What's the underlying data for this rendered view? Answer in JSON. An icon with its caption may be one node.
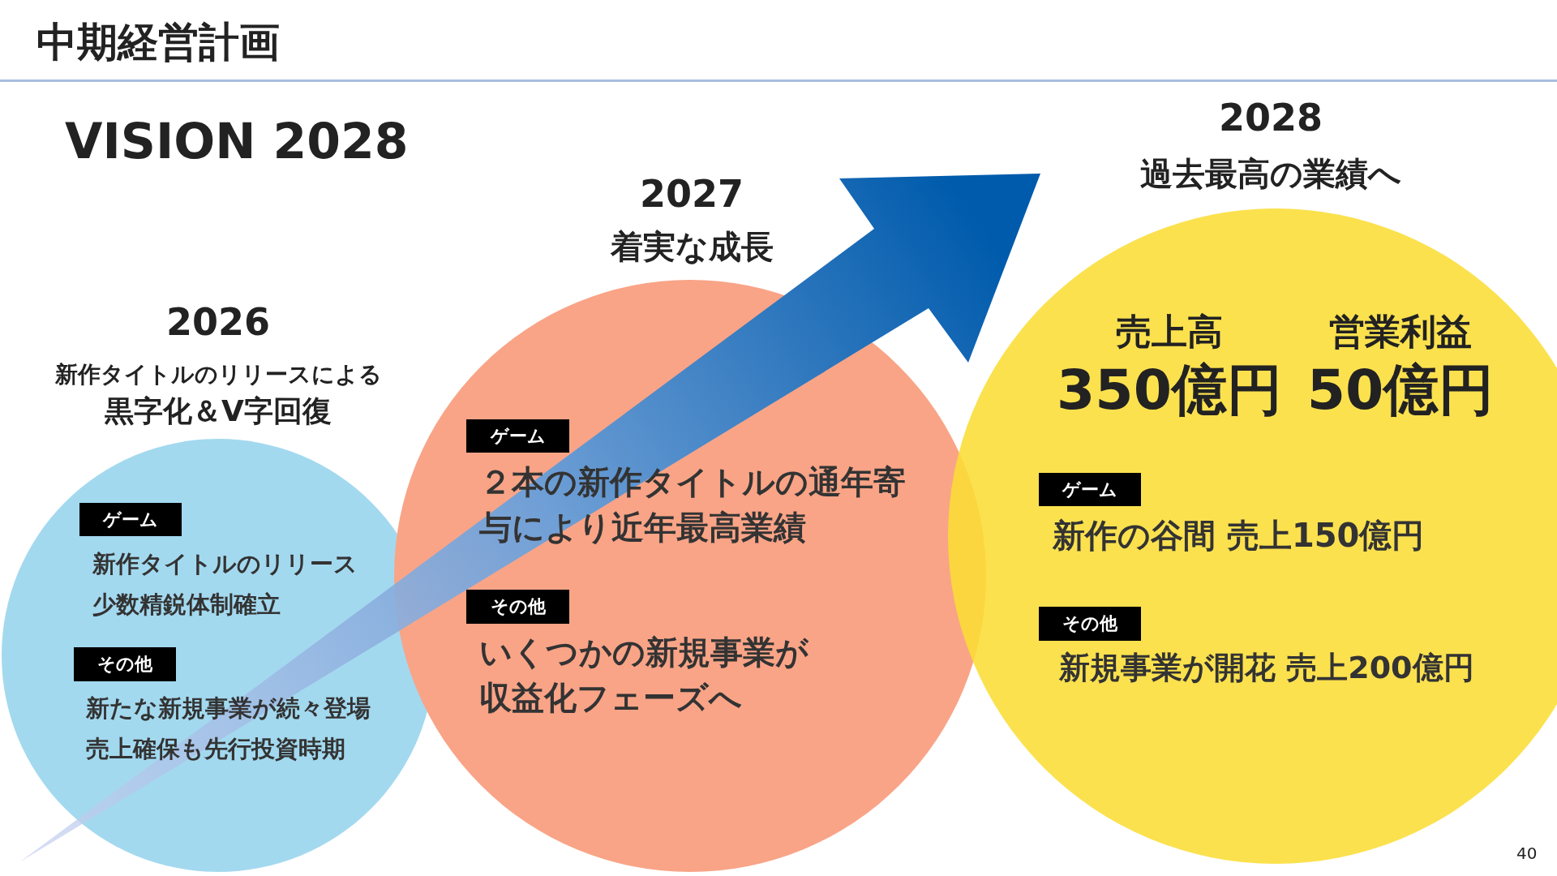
{
  "diagram": {
    "title": "中期経営計画",
    "nodes": [
      {
        "text": [
          "2026",
          "新作タイトルのリリースによる",
          "黒字化＆V字回復"
        ]
      },
      {
        "text": [
          "ゲーム"
        ],
        "in": 0,
        "beside": [
          "新作タイトルのリリース",
          "少数精鋭体制確立"
        ]
      },
      {
        "text": [
          "その他"
        ],
        "in": 0,
        "beside": [
          "新たな新規事業が続々登場",
          "売上確保も先行投資時期"
        ]
      },
      {
        "text": [
          "2027",
          "着実な成長"
        ]
      },
      {
        "text": [
          "ゲーム"
        ],
        "in": 3,
        "beside": [
          "２本の新作タイトルの通年寄与により近年最高業績"
        ]
      },
      {
        "text": [
          "その他"
        ],
        "in": 3,
        "beside": [
          "いくつかの新規事業が収益化フェーズへ"
        ]
      },
      {
        "text": [
          "2028",
          "過去最高の業績へ",
          "売上高",
          "350億円",
          "営業利益",
          "50億円"
        ]
      },
      {
        "text": [
          "ゲーム"
        ],
        "in": 6,
        "beside": [
          "新作の谷間 売上150億円"
        ]
      },
      {
        "text": [
          "その他"
        ],
        "in": 6,
        "beside": [
          "新規事業が開花 売上200億円"
        ]
      }
    ],
    "labels": [
      "VISION 2028",
      "40"
    ]
  }
}
